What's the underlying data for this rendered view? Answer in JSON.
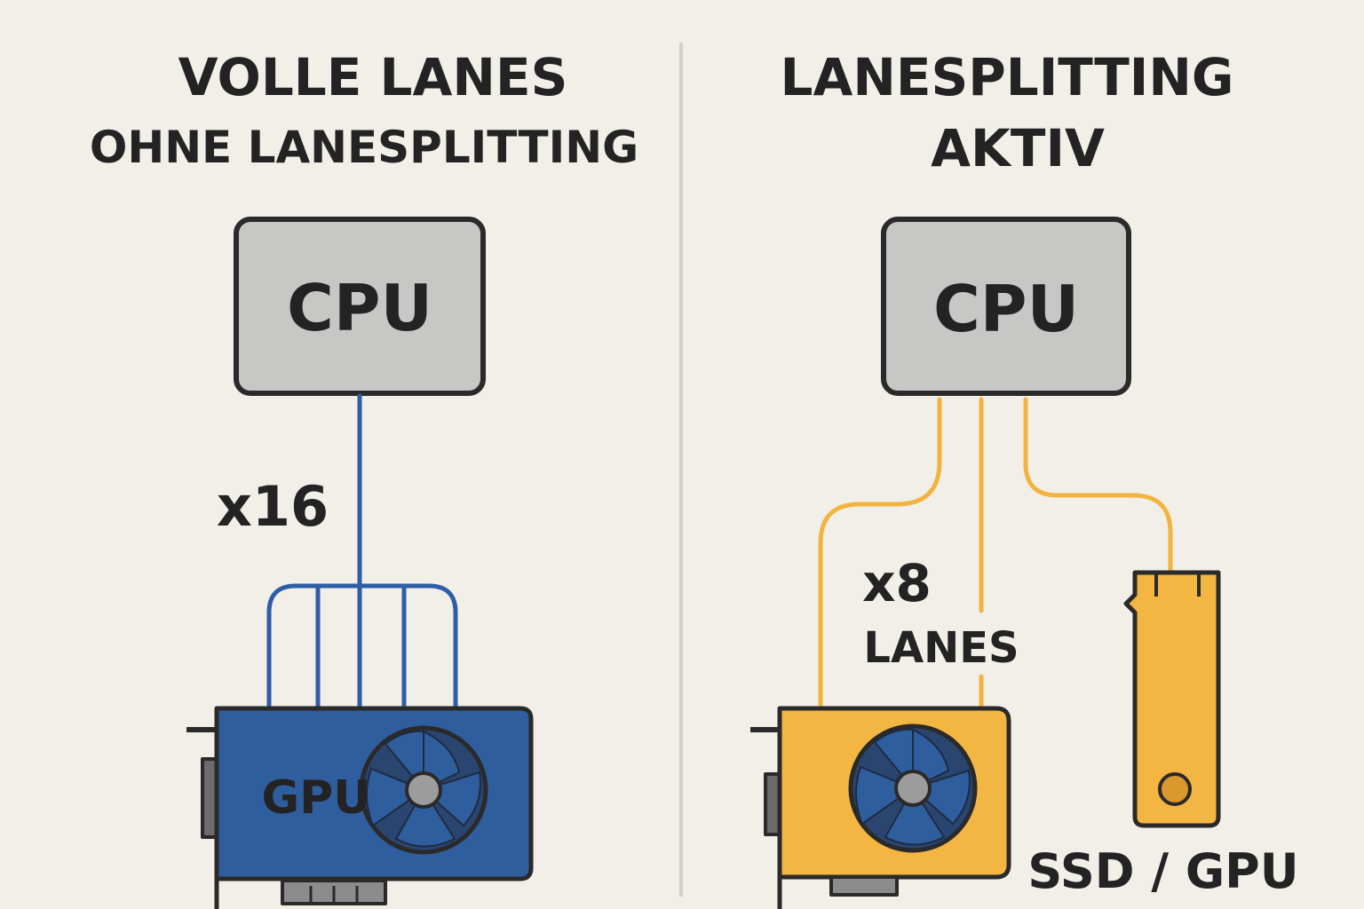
{
  "colors": {
    "background": "#f2efe8",
    "divider": "#d3d0c9",
    "outline": "#2a2a2a",
    "cpu_fill": "#c7c7c5",
    "blue_lane": "#2f5ea8",
    "blue_card": "#2f5e9e",
    "yellow_lane": "#f2b440",
    "yellow_card": "#f4b642",
    "fan_blue": "#2f4f7a",
    "text": "#232323"
  },
  "left_panel": {
    "title_line1": "VOLLE LANES",
    "title_line2": "OHNE LANESPLITTING",
    "cpu_label": "CPU",
    "lane_label": "x16",
    "gpu_label": "GPU",
    "gpu_icon": "gpu-card-icon"
  },
  "right_panel": {
    "title_line1": "LANESPLITTING",
    "title_line2": "AKTIV",
    "cpu_label": "CPU",
    "lane_label": "x8",
    "lane_sublabel": "LANES",
    "device_label": "SSD / GPU",
    "gpu_icon": "gpu-card-icon",
    "ssd_icon": "m2-ssd-icon"
  }
}
